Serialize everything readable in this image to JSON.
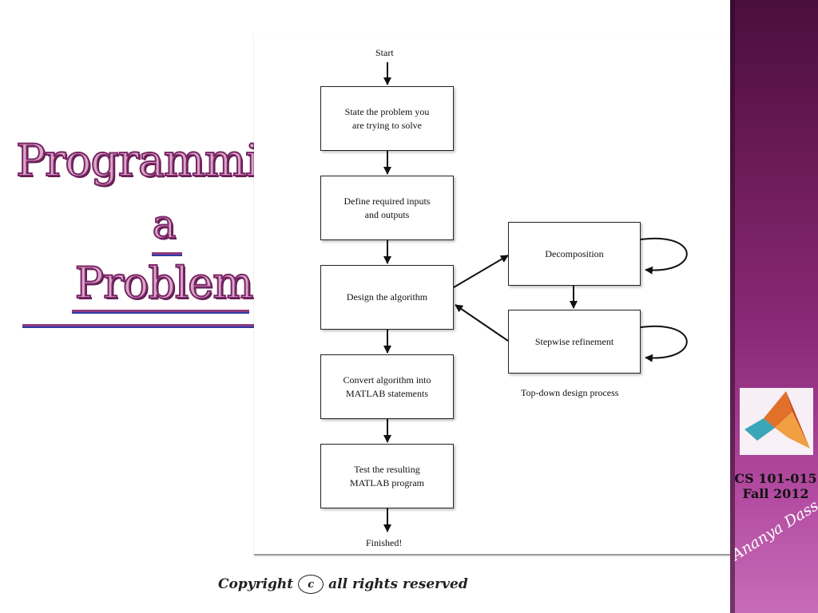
{
  "slide_title": {
    "line1": "Programming",
    "line2": "a",
    "line3": "Problem"
  },
  "flowchart": {
    "start": "Start",
    "finish": "Finished!",
    "steps": [
      "State the problem you\nare trying to solve",
      "Define required inputs\nand outputs",
      "Design the algorithm",
      "Convert algorithm into\nMATLAB statements",
      "Test the resulting\nMATLAB program"
    ],
    "side_steps": [
      "Decomposition",
      "Stepwise refinement"
    ],
    "caption": "Top-down design process"
  },
  "sidebar": {
    "course": "CS 101-015",
    "term": "Fall 2012",
    "signature": "Ananya Dass",
    "logo_icon": "matlab-logo-icon",
    "colors": {
      "top": "#4a0e3c",
      "bottom": "#c76cb8"
    }
  },
  "footer": {
    "copyright_word": "Copyright",
    "copyright_symbol": "c",
    "copyright_rest": "all rights reserved"
  }
}
